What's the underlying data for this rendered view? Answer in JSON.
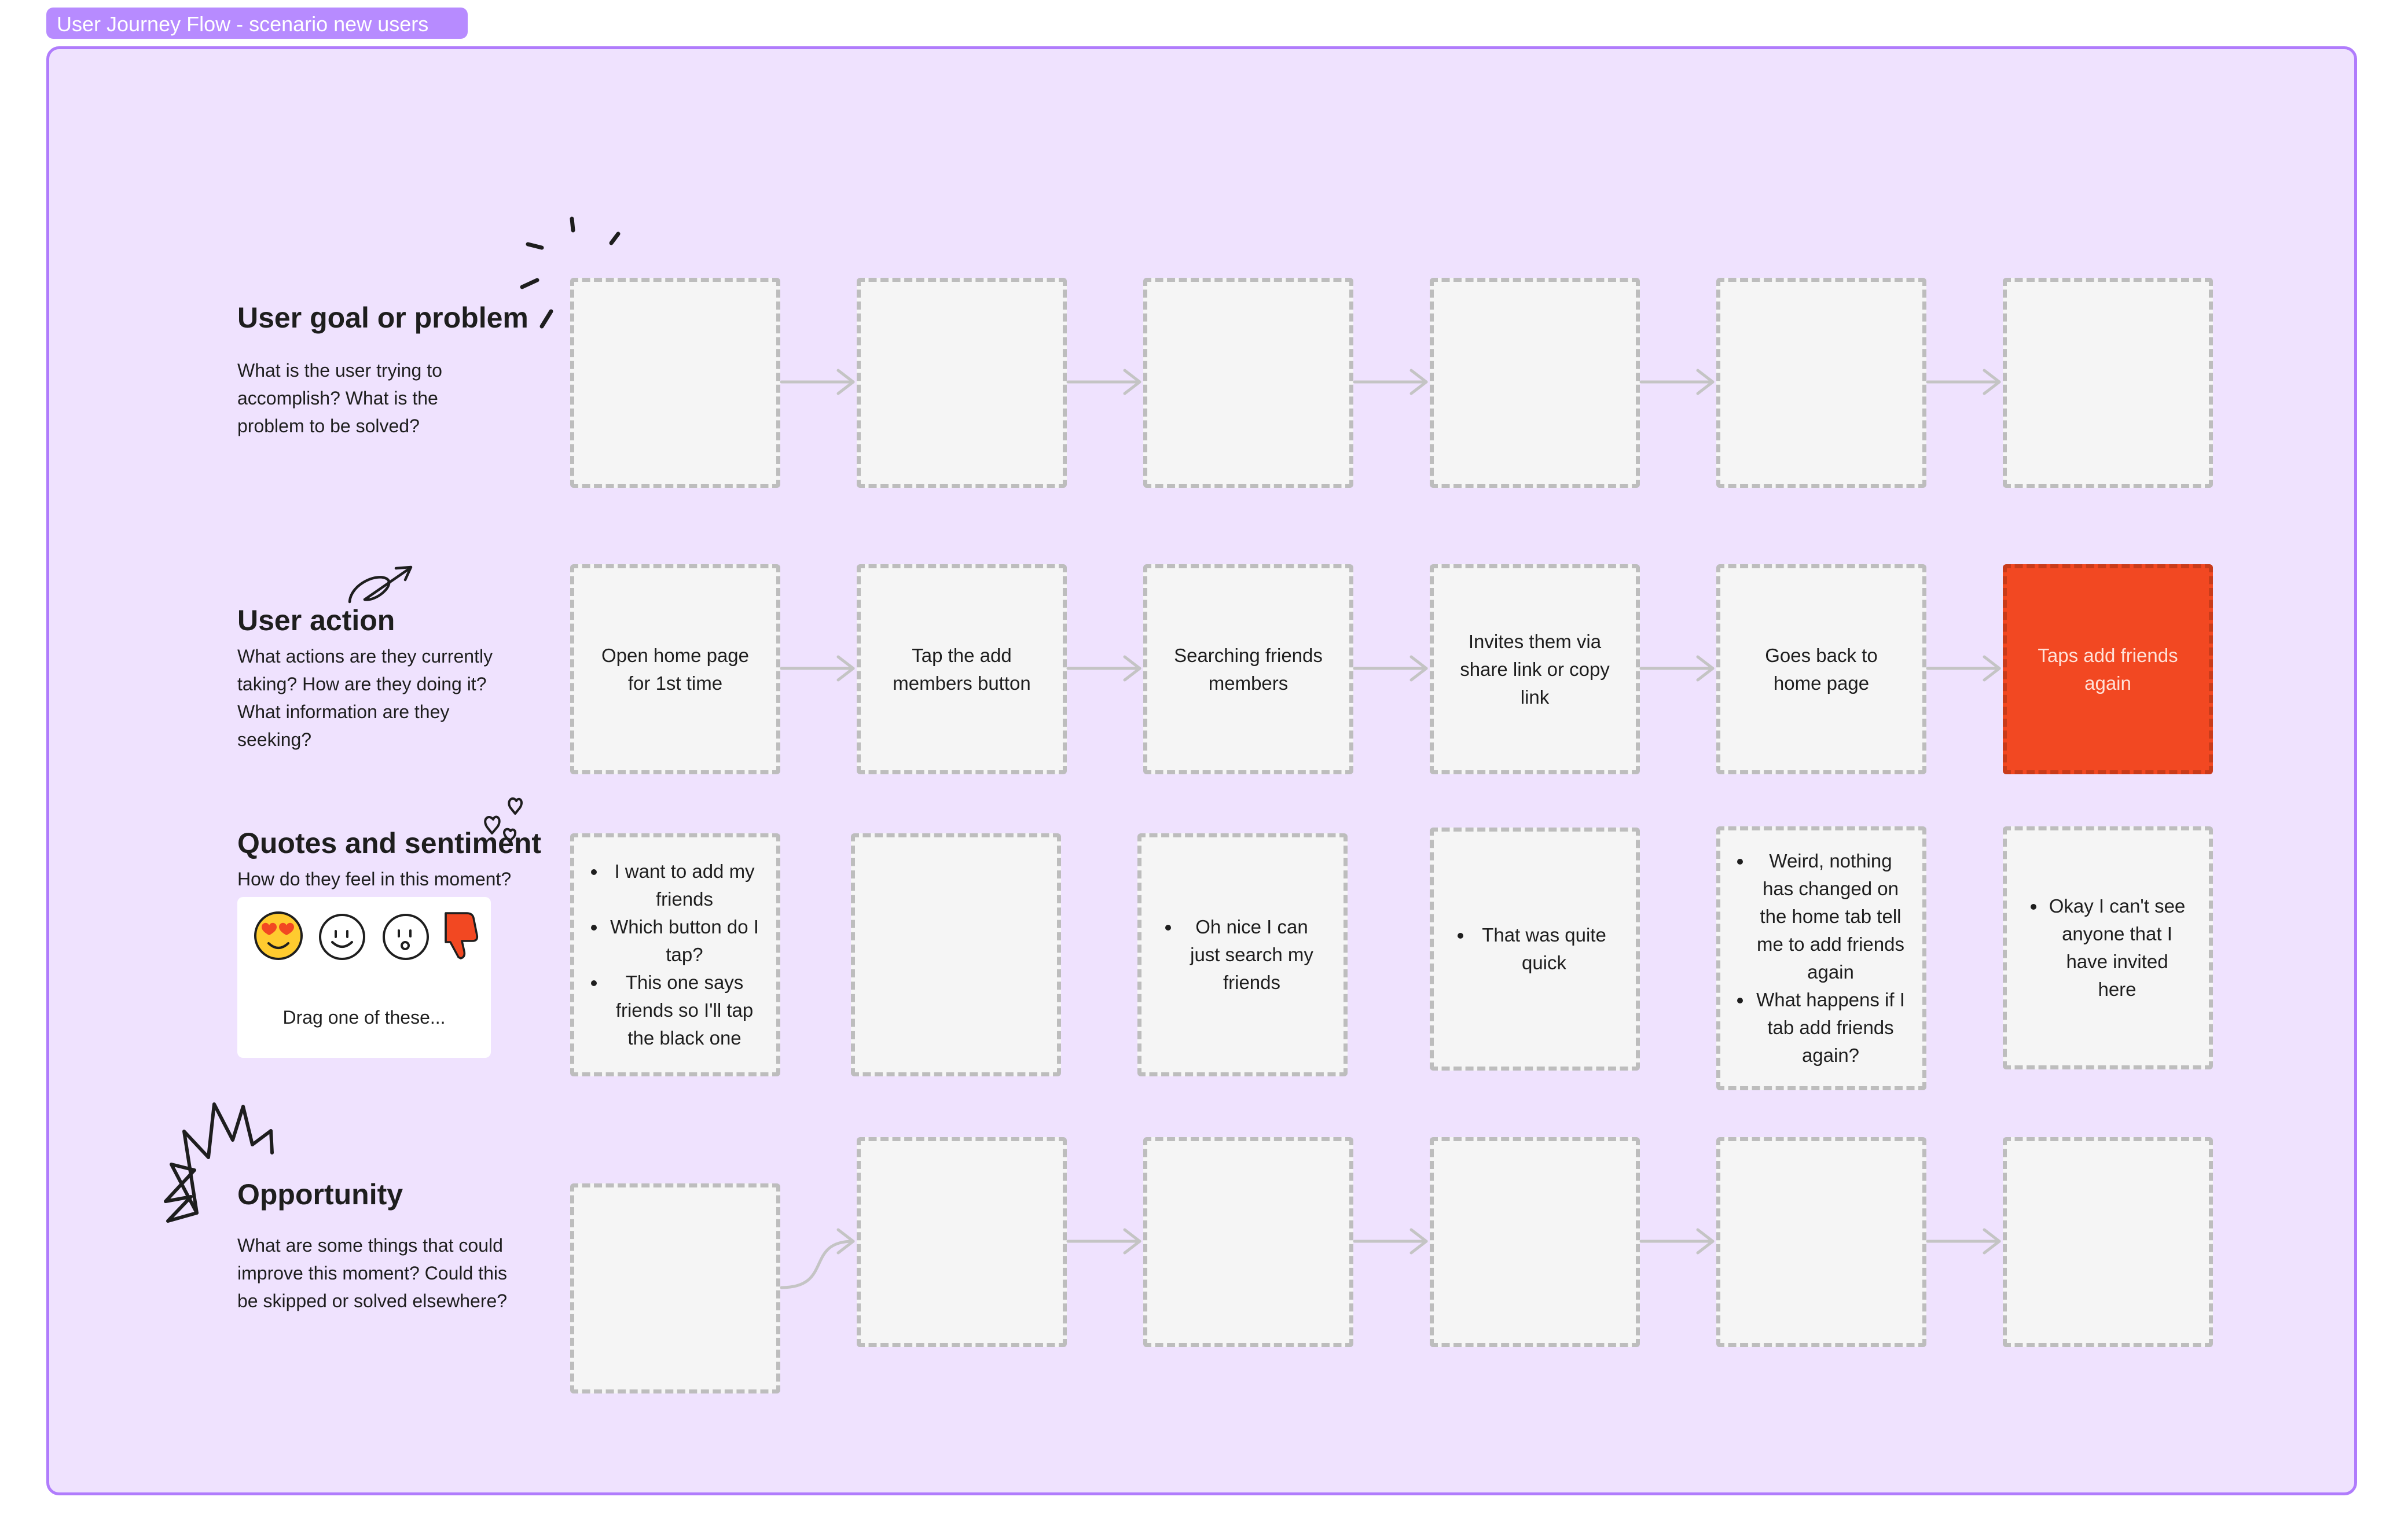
{
  "board": {
    "frame_title": "User Journey Flow - scenario new users"
  },
  "rows": [
    {
      "title": "User goal or problem",
      "description": "What is the user trying to accomplish? What is the problem to be solved?"
    },
    {
      "title": "User action",
      "description": "What actions are they currently taking? How are they doing it? What information are they seeking?"
    },
    {
      "title": "Quotes and sentiment",
      "description": "How do they feel in this moment?"
    },
    {
      "title": "Opportunity",
      "description": "What are some things that could improve this moment? Could this be skipped or solved elsewhere?"
    }
  ],
  "sentiment_stickers": {
    "icons": [
      "heart-eyes-emoji-icon",
      "smile-face-icon",
      "surprised-face-icon",
      "thumbs-down-icon"
    ],
    "caption": "Drag one of these..."
  },
  "action_cards": [
    "Open home page for 1st time",
    "Tap the add members button",
    "Searching friends members",
    "Invites them via share link or copy link",
    "Goes back to home page",
    "Taps add friends again"
  ],
  "quote_cards": [
    [
      "I want to add my friends",
      "Which button do I tap?",
      "This one says friends so I'll tap the black one"
    ],
    [],
    [
      "Oh nice I can just search my friends"
    ],
    [
      "That was quite quick"
    ],
    [
      "Weird, nothing has changed on the home tab tell me to add friends again",
      "What happens if I tab add friends again?"
    ],
    [
      "Okay I can't see anyone that I have invited here"
    ]
  ],
  "colors": {
    "frame_background": "#efe2fe",
    "frame_border": "#b07cfc",
    "card_background": "#f5f5f5",
    "card_border": "#bdbdbd",
    "highlight_card": "#f24822"
  }
}
